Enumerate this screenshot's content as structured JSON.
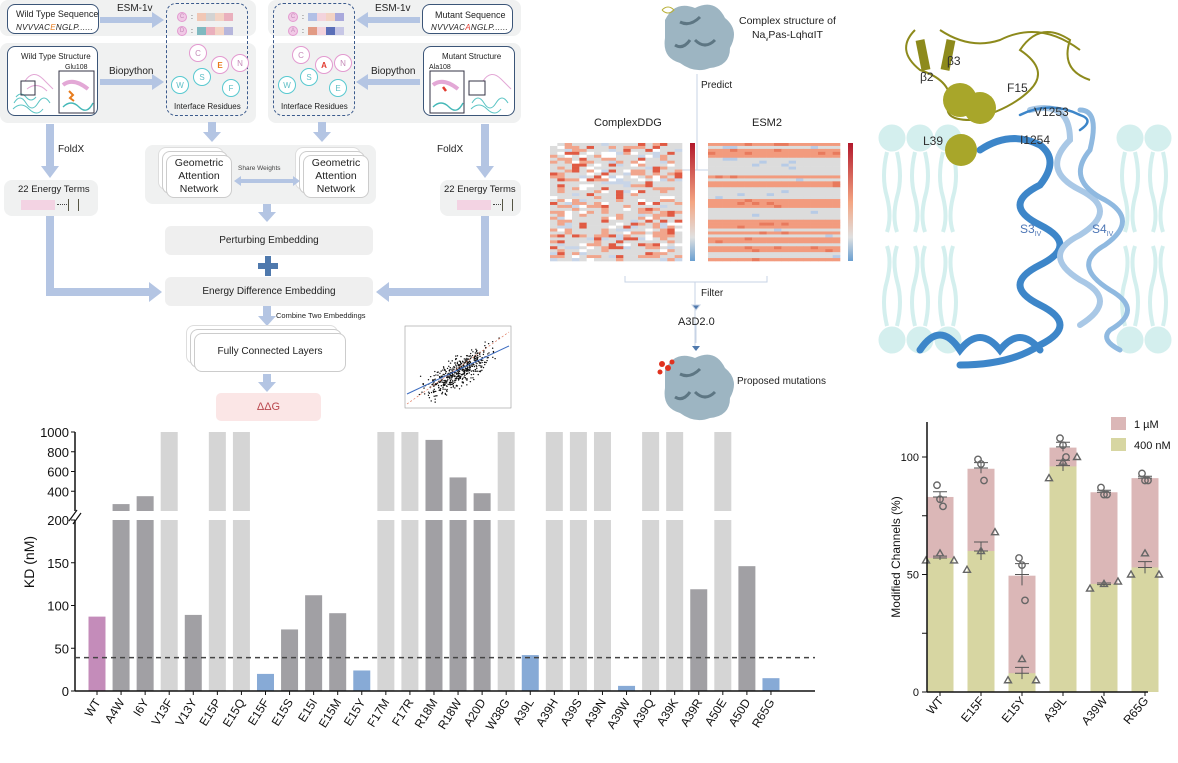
{
  "pipeline": {
    "wt_sequence_title": "Wild Type Sequence",
    "wt_seq_pre": "NVVVAC",
    "wt_seq_mut": "E",
    "wt_seq_post": "NGLP......",
    "mut_sequence_title": "Mutant Sequence",
    "mut_seq_pre": "NVVVAC",
    "mut_seq_mut": "A",
    "mut_seq_post": "NGLP......",
    "esm1v": "ESM-1v",
    "biopython": "Biopython",
    "wt_structure_title": "Wild Type Structure",
    "wt_residue": "Glu108",
    "mut_structure_title": "Mutant Structure",
    "mut_residue": "Ala108",
    "interface_residues": "Interface Residues",
    "wt_rows": [
      "C",
      "D"
    ],
    "mut_rows": [
      "C",
      "A"
    ],
    "wt_nodes": [
      "C",
      "E",
      "N",
      "W",
      "S",
      "F"
    ],
    "mut_nodes": [
      "C",
      "A",
      "N",
      "W",
      "S",
      "E"
    ],
    "foldx": "FoldX",
    "energy_terms": "22 Energy Terms",
    "gan": "Geometric Attention Network",
    "share_weights": "Share Weights",
    "perturbing": "Perturbing Embedding",
    "energy_diff": "Energy Difference Embedding",
    "combine": "Combine Two Embeddings",
    "fc": "Fully Connected Layers",
    "ddg": "ΔΔG"
  },
  "screening": {
    "complex_title": "Complex structure of",
    "complex_name_pre": "Na",
    "complex_name_sub": "v",
    "complex_name_post": "Pas-LqhαIT",
    "predict": "Predict",
    "complexddg": "ComplexDDG",
    "esm2": "ESM2",
    "filter": "Filter",
    "a3d": "A3D2.0",
    "proposed": "Proposed mutations"
  },
  "structure": {
    "labels": {
      "b2": "β2",
      "b3": "β3",
      "f15": "F15",
      "v1253": "V1253",
      "l39": "L39",
      "i1254": "I1254",
      "s3": "S3",
      "s3_sub": "IV",
      "s4": "S4",
      "s4_sub": "IV"
    },
    "colors": {
      "toxin": "#8d8a1c",
      "channel": "#3d86c9",
      "membrane": "#d4efee"
    }
  },
  "chart_data": [
    {
      "type": "bar",
      "ylabel": "KD (nM)",
      "axis_break": "200",
      "ylim": [
        0,
        1000
      ],
      "yticks_lower": [
        0,
        50,
        100,
        150,
        200
      ],
      "yticks_upper": [
        400,
        600,
        800,
        1000
      ],
      "threshold_line": 39,
      "categories": [
        "WT",
        "A4W",
        "I6Y",
        "V13F",
        "V13Y",
        "E15P",
        "E15Q",
        "E15F",
        "E15S",
        "E15I",
        "E15M",
        "E15Y",
        "F17M",
        "F17R",
        "R18M",
        "R18W",
        "A20D",
        "W38G",
        "A39L",
        "A39H",
        "A39S",
        "A39N",
        "A39W",
        "A39Q",
        "A39K",
        "A39R",
        "A50E",
        "A50D",
        "R65G"
      ],
      "values": [
        87,
        270,
        350,
        1000,
        89,
        1000,
        1000,
        20,
        72,
        112,
        91,
        24,
        1000,
        1000,
        920,
        540,
        380,
        1000,
        42,
        1000,
        1000,
        1000,
        6,
        1000,
        1000,
        119,
        1000,
        146,
        15
      ],
      "groups": [
        "wt",
        "dark",
        "dark",
        "light",
        "dark",
        "light",
        "light",
        "blue",
        "dark",
        "dark",
        "dark",
        "blue",
        "light",
        "light",
        "dark",
        "dark",
        "dark",
        "light",
        "blue",
        "light",
        "light",
        "light",
        "blue",
        "light",
        "light",
        "dark",
        "light",
        "dark",
        "blue"
      ],
      "colors": {
        "wt": "#c48cba",
        "dark": "#a1a0a4",
        "light": "#d5d5d5",
        "blue": "#87aad6"
      }
    },
    {
      "type": "bar",
      "ylabel": "Modified Channels (%)",
      "ylim": [
        0,
        115
      ],
      "yticks": [
        0,
        50,
        100
      ],
      "legend": "top-right",
      "categories": [
        "WT",
        "E15F",
        "E15Y",
        "A39L",
        "A39W",
        "R65G"
      ],
      "series": [
        {
          "name": "1 µM",
          "color": "#dbb7b7",
          "values": [
            83,
            95,
            49.5,
            104,
            85,
            91
          ],
          "points": [
            [
              88,
              82,
              79
            ],
            [
              99,
              97,
              90
            ],
            [
              57,
              54,
              39
            ],
            [
              108,
              105,
              100
            ],
            [
              87,
              84,
              84
            ],
            [
              93,
              90,
              90
            ]
          ]
        },
        {
          "name": "400 nM",
          "color": "#d7d6a2",
          "values": [
            57,
            60,
            8,
            96,
            46,
            53
          ],
          "points": [
            [
              56,
              59,
              56
            ],
            [
              52,
              60,
              68
            ],
            [
              5,
              14,
              5
            ],
            [
              91,
              98,
              100
            ],
            [
              44,
              46,
              47
            ],
            [
              50,
              59,
              50
            ]
          ]
        }
      ]
    }
  ]
}
